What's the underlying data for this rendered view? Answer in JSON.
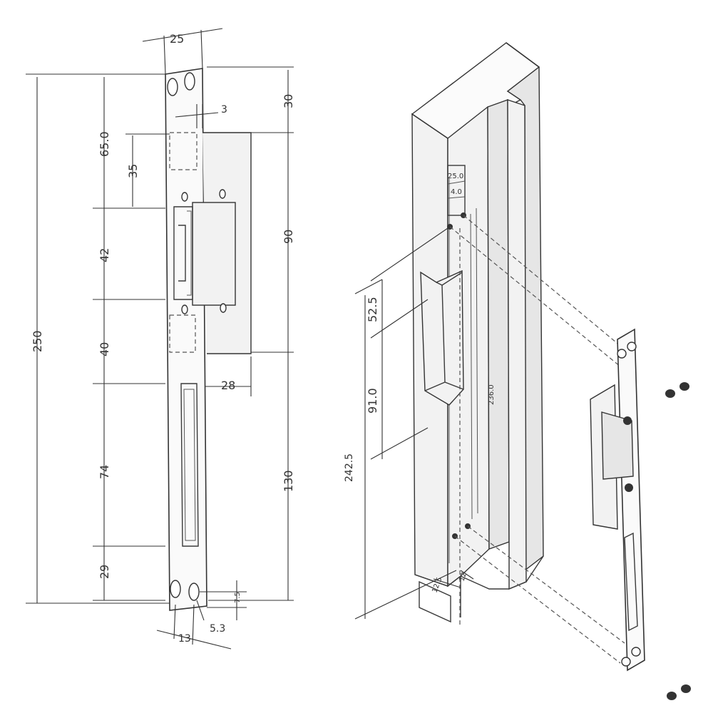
{
  "front_view": {
    "dimensions": {
      "plate_width": "25",
      "top_margin": "30",
      "offset": "3",
      "upper_gap": "65.0",
      "cutout_height": "35",
      "keeper_height": "42",
      "keeper_span": "90",
      "lower_gap": "40",
      "keeper_depth": "28",
      "total_height": "250",
      "slot_height": "74",
      "lower_span": "130",
      "bottom_margin": "29",
      "hole_offset": "7.5",
      "hole_diameter": "5.3",
      "hole_spacing": "13"
    }
  },
  "isometric_view": {
    "dimensions": {
      "recess_width": "25.0",
      "recess_depth": "4.0",
      "cutout_top": "52.5",
      "cutout_height": "91.0",
      "recess_length": "236.0",
      "total_length": "242.5",
      "bottom_left": "12.5",
      "bottom_right": "12"
    }
  }
}
